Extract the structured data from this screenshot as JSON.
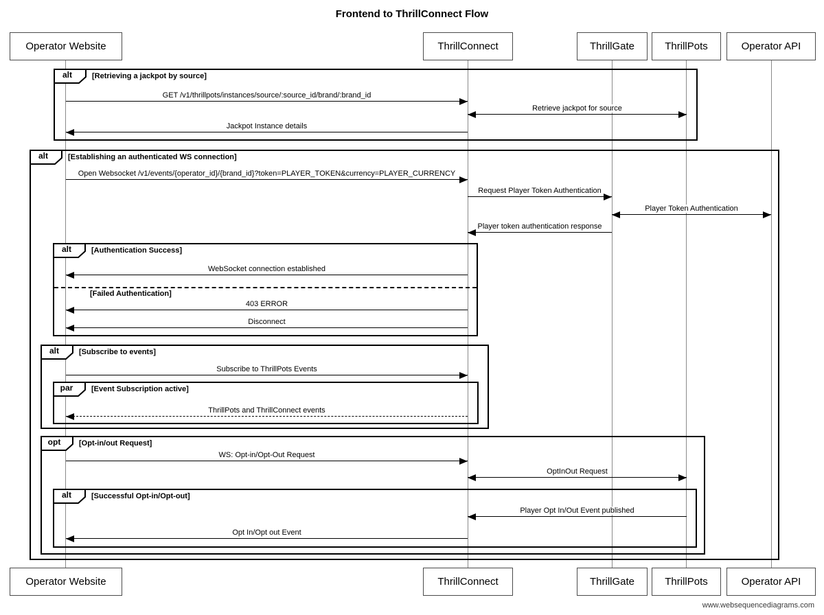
{
  "title": "Frontend to ThrillConnect Flow",
  "watermark": "www.websequencediagrams.com",
  "participants": [
    {
      "name": "Operator Website"
    },
    {
      "name": "ThrillConnect"
    },
    {
      "name": "ThrillGate"
    },
    {
      "name": "ThrillPots"
    },
    {
      "name": "Operator API"
    }
  ],
  "fragments": [
    {
      "operator": "alt",
      "condition": "[Retrieving a jackpot by source]"
    },
    {
      "operator": "alt",
      "condition": "[Establishing an authenticated WS connection]"
    },
    {
      "operator": "alt",
      "condition": "[Authentication Success]",
      "else_condition": "[Failed Authentication]"
    },
    {
      "operator": "alt",
      "condition": "[Subscribe to events]"
    },
    {
      "operator": "par",
      "condition": "[Event Subscription active]"
    },
    {
      "operator": "opt",
      "condition": "[Opt-in/out Request]"
    },
    {
      "operator": "alt",
      "condition": "[Successful Opt-in/Opt-out]"
    }
  ],
  "messages": [
    {
      "text": "GET /v1/thrillpots/instances/source/:source_id/brand/:brand_id",
      "from": "Operator Website",
      "to": "ThrillConnect",
      "line": "solid",
      "bidirectional": false
    },
    {
      "text": "Retrieve jackpot for source",
      "from": "ThrillConnect",
      "to": "ThrillPots",
      "line": "solid",
      "bidirectional": true
    },
    {
      "text": "Jackpot Instance details",
      "from": "ThrillConnect",
      "to": "Operator Website",
      "line": "solid",
      "bidirectional": false
    },
    {
      "text": "Open Websocket /v1/events/{operator_id}/{brand_id}?token=PLAYER_TOKEN&currency=PLAYER_CURRENCY",
      "from": "Operator Website",
      "to": "ThrillConnect",
      "line": "solid",
      "bidirectional": false
    },
    {
      "text": "Request Player Token Authentication",
      "from": "ThrillConnect",
      "to": "ThrillGate",
      "line": "solid",
      "bidirectional": false
    },
    {
      "text": "Player Token Authentication",
      "from": "ThrillGate",
      "to": "Operator API",
      "line": "solid",
      "bidirectional": true
    },
    {
      "text": "Player token authentication response",
      "from": "ThrillGate",
      "to": "ThrillConnect",
      "line": "solid",
      "bidirectional": false
    },
    {
      "text": "WebSocket connection established",
      "from": "ThrillConnect",
      "to": "Operator Website",
      "line": "solid",
      "bidirectional": false
    },
    {
      "text": "403 ERROR",
      "from": "ThrillConnect",
      "to": "Operator Website",
      "line": "solid",
      "bidirectional": false
    },
    {
      "text": "Disconnect",
      "from": "ThrillConnect",
      "to": "Operator Website",
      "line": "solid",
      "bidirectional": false
    },
    {
      "text": "Subscribe to ThrillPots Events",
      "from": "Operator Website",
      "to": "ThrillConnect",
      "line": "solid",
      "bidirectional": false
    },
    {
      "text": "ThrillPots and ThrillConnect events",
      "from": "ThrillConnect",
      "to": "Operator Website",
      "line": "dashed",
      "bidirectional": false
    },
    {
      "text": "WS: Opt-in/Opt-Out Request",
      "from": "Operator Website",
      "to": "ThrillConnect",
      "line": "solid",
      "bidirectional": false
    },
    {
      "text": "OptInOut Request",
      "from": "ThrillConnect",
      "to": "ThrillPots",
      "line": "solid",
      "bidirectional": true
    },
    {
      "text": "Player Opt In/Out Event published",
      "from": "ThrillPots",
      "to": "ThrillConnect",
      "line": "solid",
      "bidirectional": false
    },
    {
      "text": "Opt In/Opt out Event",
      "from": "ThrillConnect",
      "to": "Operator Website",
      "line": "solid",
      "bidirectional": false
    }
  ]
}
